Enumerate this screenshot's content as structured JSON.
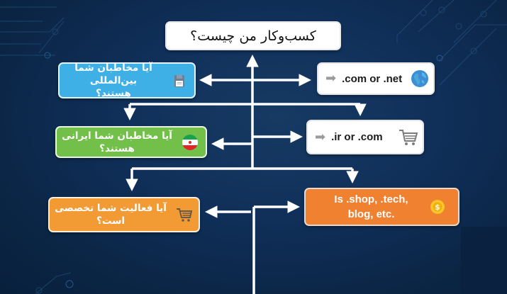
{
  "title": "کسب‌وکار من چیست؟",
  "questions": [
    {
      "id": "international",
      "text_line1": "آیا مخاطبان شما بین‌المللی",
      "text_line2": "هستند؟",
      "color": "#3fb0e6",
      "icon": "floppy-disk-icon"
    },
    {
      "id": "iranian",
      "text_line1": "آیا مخاطبان شما ایرانی هستند؟",
      "color": "#72bf4a",
      "icon": "iran-flag-icon"
    },
    {
      "id": "specialized",
      "text_line1": "آیا فعالیت شما تخصصی است؟",
      "color": "#f29a34",
      "icon": "shopping-cart-icon"
    }
  ],
  "answers": [
    {
      "id": "com-net",
      "text": ".com or .net",
      "icon": "globe-icon",
      "prefix_icon": "right-arrow-icon"
    },
    {
      "id": "ir-com",
      "text": ".ir or .com",
      "icon": "shopping-cart-icon",
      "prefix_icon": "right-arrow-icon"
    },
    {
      "id": "shop-tech",
      "text_line1": "Is .shop, .tech,",
      "text_line2": "blog, etc.",
      "icon": "dollar-coin-icon",
      "color": "#ef8130"
    }
  ],
  "colors": {
    "background": "#10305a",
    "connector": "#ffffff",
    "blue": "#3fb0e6",
    "green": "#72bf4a",
    "orange": "#f29a34",
    "dark_orange": "#ef8130"
  }
}
